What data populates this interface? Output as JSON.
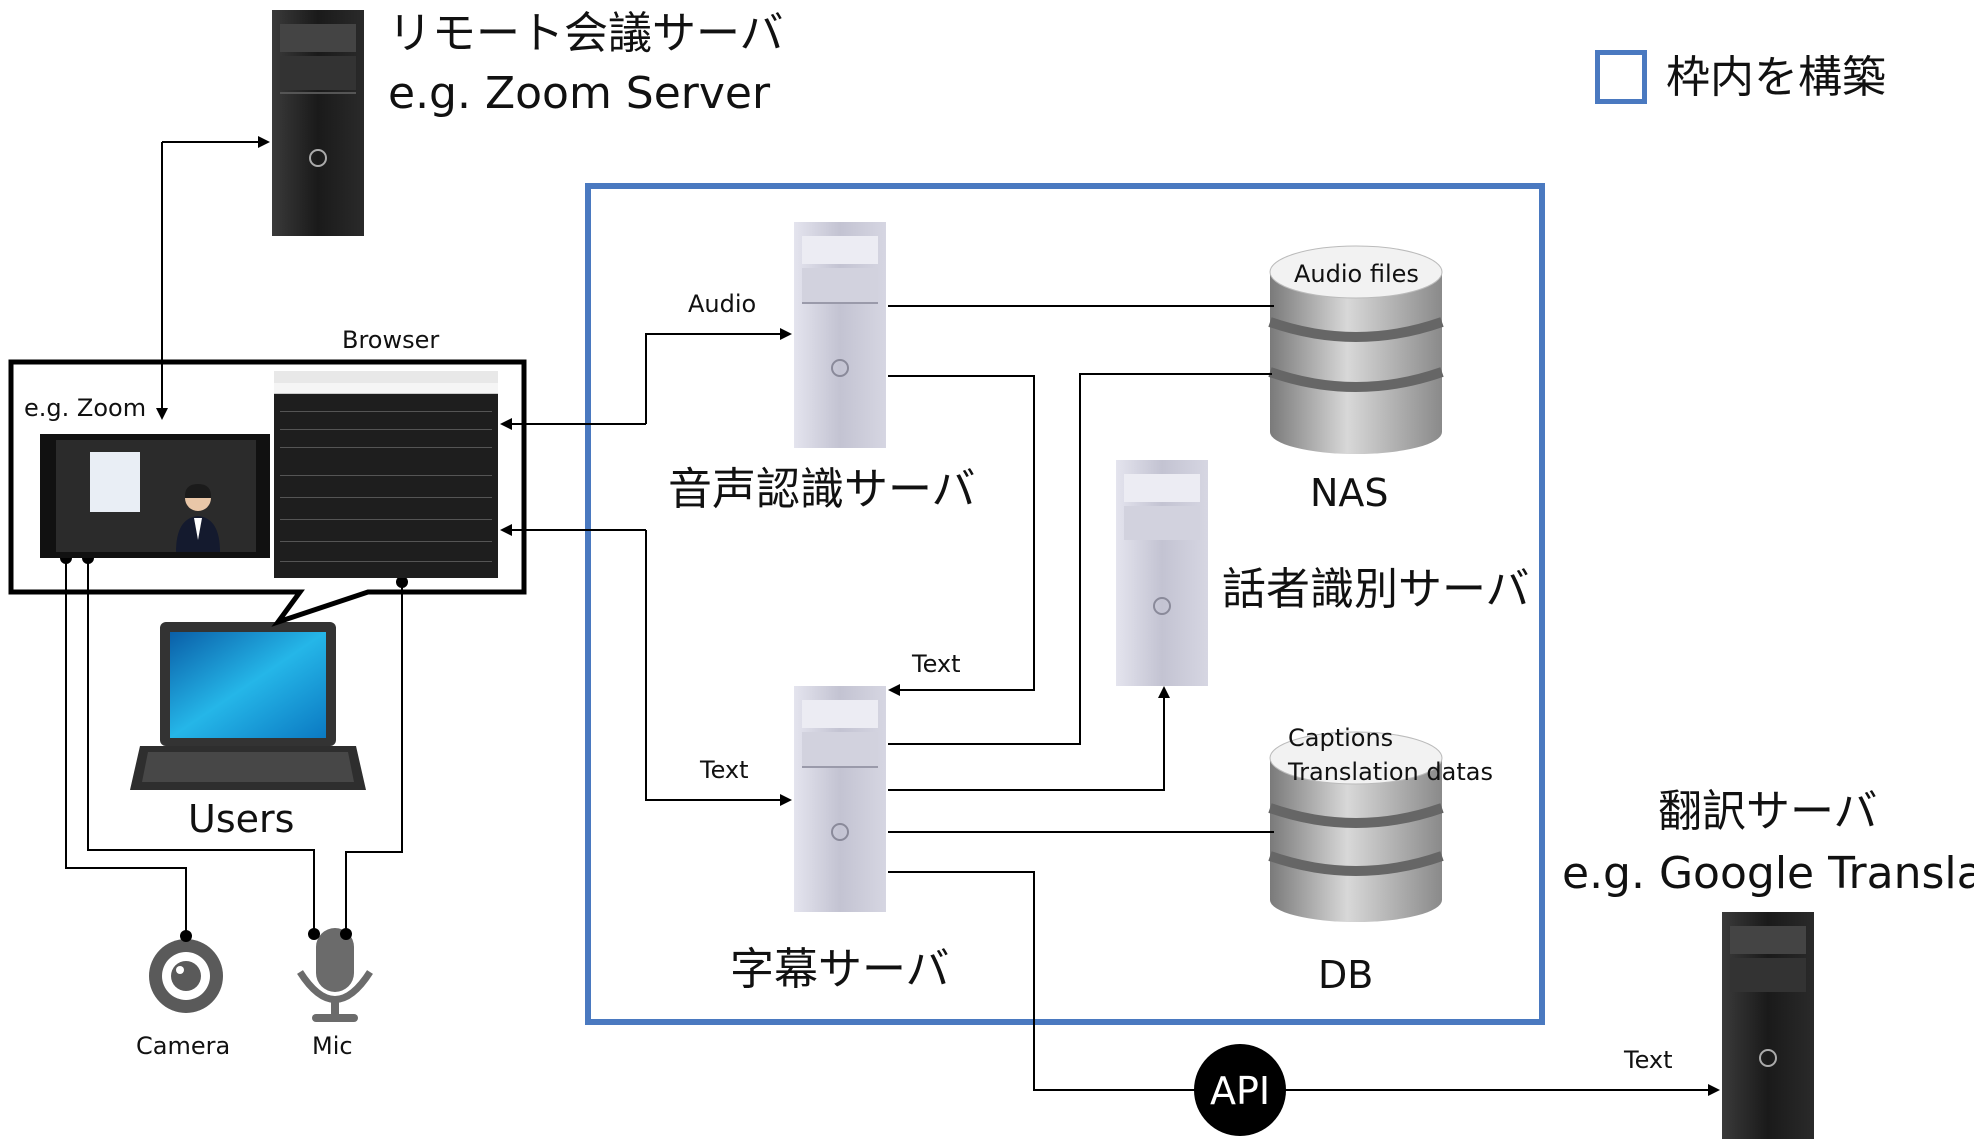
{
  "remote_conf_server": {
    "title": "リモート会議サーバ",
    "example": "e.g. Zoom Server"
  },
  "legend": {
    "label": "枠内を構築"
  },
  "browser_label": "Browser",
  "zoom_label": "e.g. Zoom",
  "users_label": "Users",
  "camera_label": "Camera",
  "mic_label": "Mic",
  "speech_server_label": "音声認識サーバ",
  "caption_server_label": "字幕サーバ",
  "speaker_server_label": "話者識別サーバ",
  "nas": {
    "storage_label": "Audio files",
    "name": "NAS"
  },
  "db": {
    "storage_line1": "Captions",
    "storage_line2": "Translation datas",
    "name": "DB"
  },
  "translation_server": {
    "title": "翻訳サーバ",
    "example": "e.g. Google Translate"
  },
  "edge_labels": {
    "audio": "Audio",
    "text_to_caption": "Text",
    "text_from_browser": "Text",
    "text_to_translate": "Text",
    "api": "API"
  },
  "colors": {
    "frame": "#4a79c0",
    "server_dark": "#1f1f1f",
    "server_light": "#c9c9d6",
    "db_gray": "#9a9a9a"
  }
}
